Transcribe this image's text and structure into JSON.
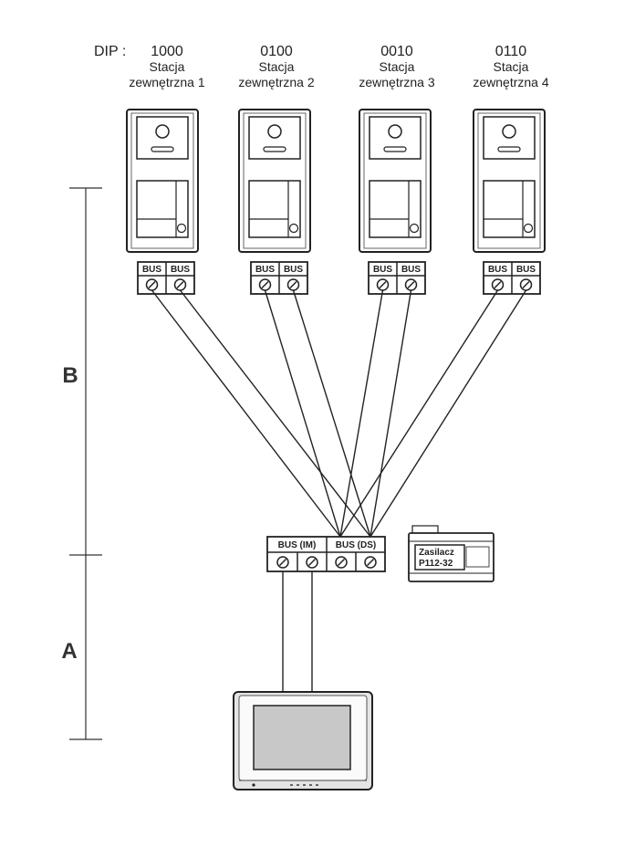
{
  "dip_prefix": "DIP :",
  "stations": [
    {
      "dip": "1000",
      "label_line1": "Stacja",
      "label_line2": "zewnętrzna 1",
      "term_left": "BUS",
      "term_right": "BUS"
    },
    {
      "dip": "0100",
      "label_line1": "Stacja",
      "label_line2": "zewnętrzna 2",
      "term_left": "BUS",
      "term_right": "BUS"
    },
    {
      "dip": "0010",
      "label_line1": "Stacja",
      "label_line2": "zewnętrzna 3",
      "term_left": "BUS",
      "term_right": "BUS"
    },
    {
      "dip": "0110",
      "label_line1": "Stacja",
      "label_line2": "zewnętrzna 4",
      "term_left": "BUS",
      "term_right": "BUS"
    }
  ],
  "hub": {
    "im_label": "BUS (IM)",
    "ds_label": "BUS (DS)"
  },
  "power_supply": {
    "line1": "Zasilacz",
    "line2": "P112-32"
  },
  "sections": {
    "upper": "B",
    "lower": "A"
  },
  "colors": {
    "line": "#222222",
    "panel_fill": "#ffffff",
    "screen": "#c8c8c8",
    "monitor_frame": "#dcdcdc"
  }
}
